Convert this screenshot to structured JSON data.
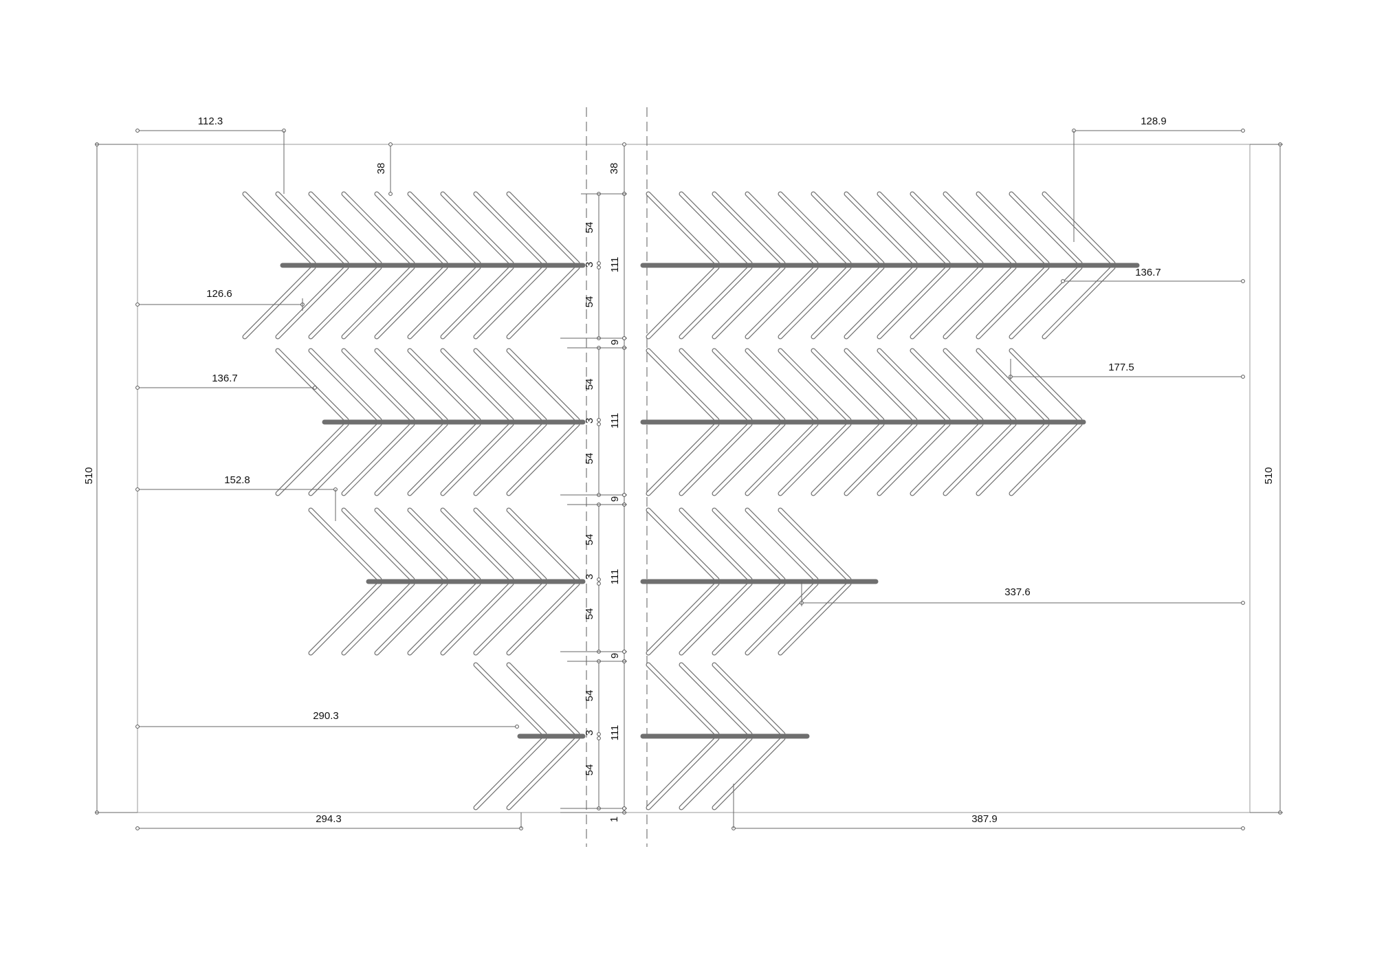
{
  "drawing": {
    "overall_height_left": "510",
    "overall_height_right": "510",
    "top_offsets": {
      "left": "112.3",
      "right": "128.9",
      "top_margin": "38"
    },
    "bottom_offsets": {
      "left": "294.3",
      "right": "387.9",
      "tail": "1"
    },
    "row_labels": [
      {
        "upper": "54",
        "gap": "3",
        "lower": "54",
        "total": "111",
        "spacer": "9"
      },
      {
        "upper": "54",
        "gap": "3",
        "lower": "54",
        "total": "111",
        "spacer": "9"
      },
      {
        "upper": "54",
        "gap": "3",
        "lower": "54",
        "total": "111",
        "spacer": "9"
      },
      {
        "upper": "54",
        "gap": "3",
        "lower": "54",
        "total": "111",
        "spacer": ""
      }
    ],
    "left_offsets": [
      "126.6",
      "136.7",
      "152.8",
      "290.3"
    ],
    "right_offsets": [
      "136.7",
      "177.5",
      "337.6"
    ]
  }
}
